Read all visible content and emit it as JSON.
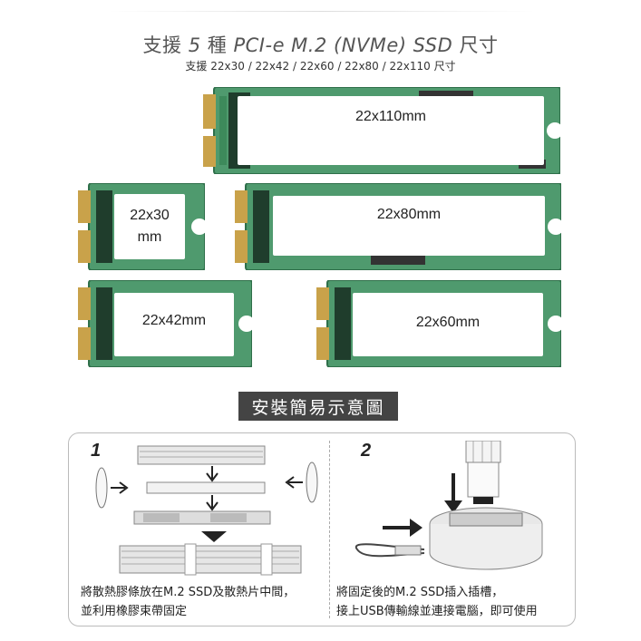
{
  "header": {
    "title_prefix": "支援",
    "title_number": "5",
    "title_mid": "種",
    "title_model": "PCI-e M.2 (NVMe) SSD",
    "title_suffix": "尺寸",
    "subtitle": "支援 22x30 / 22x42 / 22x60 / 22x80 / 22x110 尺寸"
  },
  "ssd_cards": [
    {
      "label": "22x110mm"
    },
    {
      "label_line1": "22x30",
      "label_line2": "mm"
    },
    {
      "label": "22x80mm"
    },
    {
      "label": "22x42mm"
    },
    {
      "label": "22x60mm"
    }
  ],
  "diagram": {
    "title": "安裝簡易示意圖",
    "step1": {
      "number": "1",
      "caption_line1": "將散熱膠條放在M.2 SSD及散熱片中間，",
      "caption_line2": "並利用橡膠束帶固定"
    },
    "step2": {
      "number": "2",
      "caption_line1": "將固定後的M.2 SSD插入插槽，",
      "caption_line2": "接上USB傳輸線並連接電腦，即可使用"
    }
  },
  "colors": {
    "pcb_green": "#4f9a6e",
    "pcb_dark": "#2f6f4a",
    "gold_pins": "#c9a24a",
    "title_bar": "#444444"
  }
}
